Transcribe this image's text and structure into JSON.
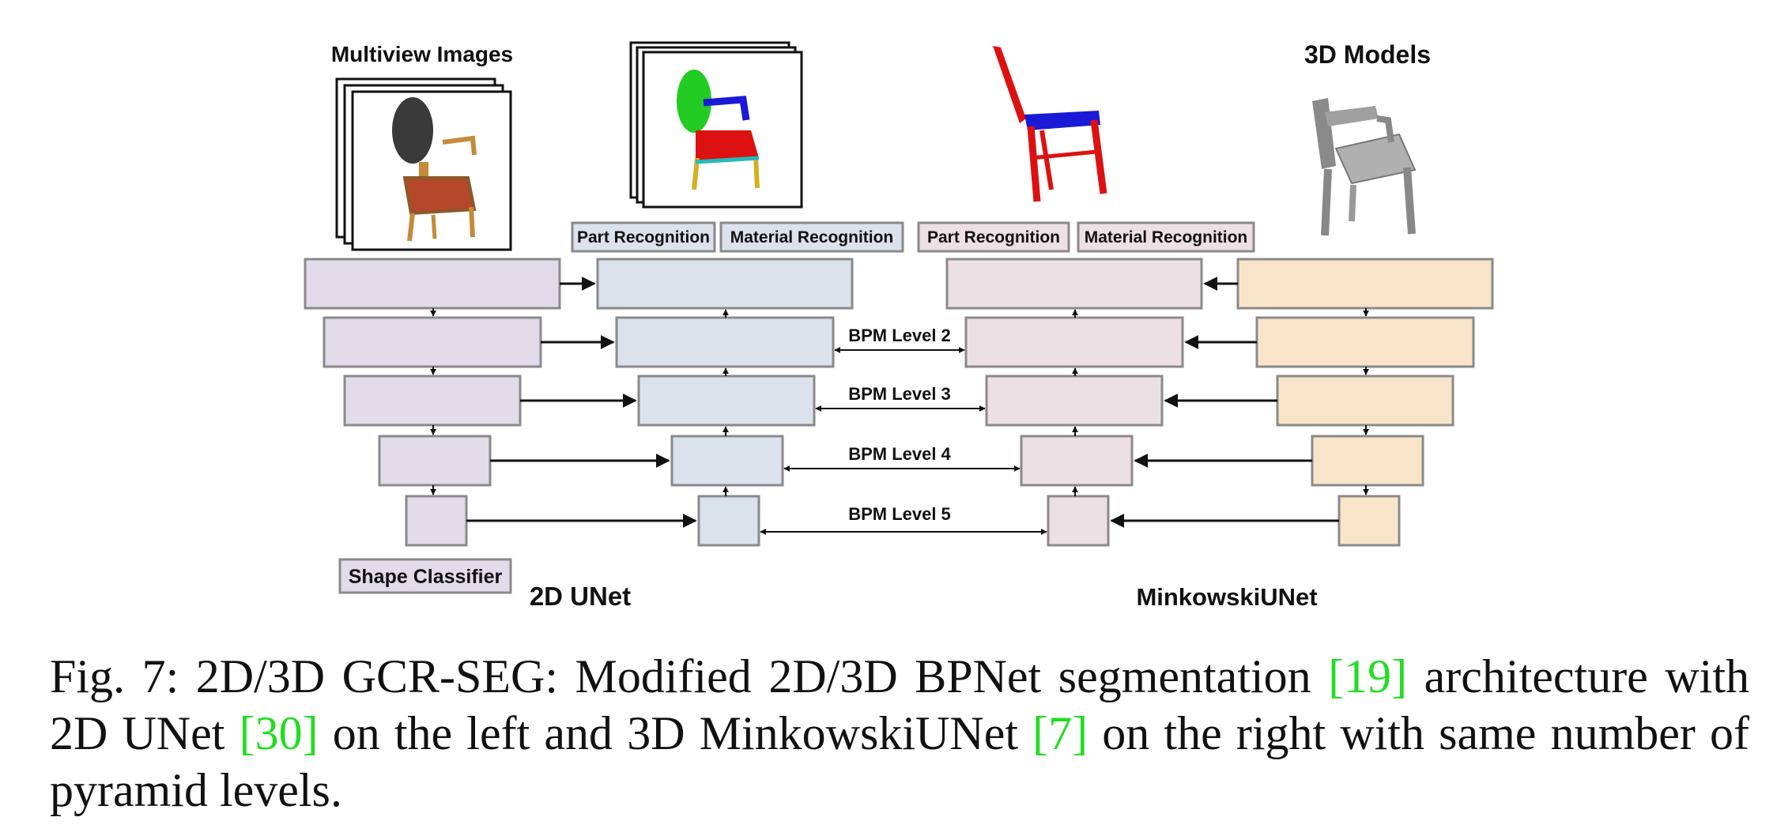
{
  "figure": {
    "labels": {
      "multiview_images": "Multiview Images",
      "models_3d": "3D Models",
      "unet_2d": "2D UNet",
      "minkowski_unet": "MinkowskiUNet"
    },
    "tags": {
      "part_recognition_2d": "Part Recognition",
      "material_recognition_2d": "Material Recognition",
      "part_recognition_3d": "Part Recognition",
      "material_recognition_3d": "Material Recognition",
      "shape_classifier": "Shape Classifier"
    },
    "bpm_levels": [
      "BPM Level 2",
      "BPM Level 3",
      "BPM Level 4",
      "BPM Level 5"
    ],
    "colors": {
      "encoder_2d": "#e1dbea",
      "decoder_2d": "#dbe2ec",
      "decoder_3d": "#ede0e5",
      "encoder_3d": "#f8e5c9",
      "box_border": "#8a8a8a",
      "chair_wood": "#c58a3a",
      "chair_seat": "#b5472a",
      "seg_green": "#22cc22",
      "seg_red": "#dd1111",
      "seg_blue": "#1a1ad6",
      "model_gray": "#9a9a9a"
    },
    "icons": {
      "multiview_stack": "chair-photo-stack-icon",
      "segmentation_stack": "chair-segmentation-stack-icon",
      "point_cloud": "chair-point-cloud-icon",
      "mesh_model": "chair-3d-model-icon"
    }
  },
  "caption": {
    "prefix": "Fig. 7: 2D/3D GCR-SEG: Modified 2D/3D BPNet segmentation ",
    "ref1": "[19]",
    "part2": " architecture with 2D UNet ",
    "ref2": "[30]",
    "part3": " on the left and 3D MinkowskiUNet ",
    "ref3": "[7]",
    "part4": " on the right with same number of pyramid levels."
  }
}
